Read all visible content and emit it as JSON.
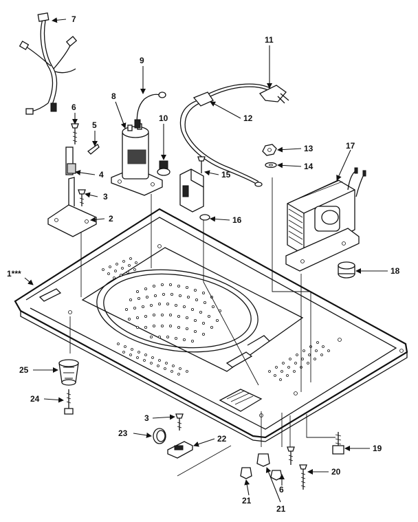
{
  "callouts": {
    "c1": "1***",
    "c2": "2",
    "c3a": "3",
    "c3b": "3",
    "c4": "4",
    "c5": "5",
    "c6a": "6",
    "c6b": "6",
    "c7": "7",
    "c8": "8",
    "c9": "9",
    "c10": "10",
    "c11": "11",
    "c12": "12",
    "c13": "13",
    "c14": "14",
    "c15": "15",
    "c16": "16",
    "c17": "17",
    "c18": "18",
    "c19": "19",
    "c20": "20",
    "c21a": "21",
    "c21b": "21",
    "c22": "22",
    "c23": "23",
    "c24": "24",
    "c25": "25"
  }
}
